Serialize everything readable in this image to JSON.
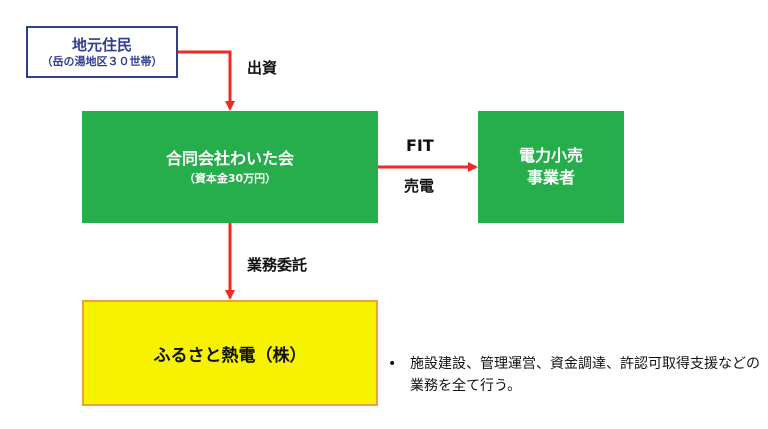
{
  "nodes": {
    "resident": {
      "line1": "地元住民",
      "line2": "（岳の湯地区３０世帯）"
    },
    "waitakai": {
      "line1": "合同会社わいた会",
      "line2": "（資本金30万円）"
    },
    "retailer": {
      "line1": "電力小売",
      "line2": "事業者"
    },
    "furusato": {
      "line1": "ふるさと熱電（株）"
    }
  },
  "edges": {
    "invest": "出資",
    "fit": "FIT",
    "sell": "売電",
    "commission": "業務委託"
  },
  "note": {
    "bullet": "•",
    "text": "施設建設、管理運営、資金調達、許認可取得支援などの業務を全て行う。"
  },
  "colors": {
    "arrow": "#ee2a24",
    "green_box": "#26ad4c",
    "yellow_box": "#f7f200",
    "resident_border": "#2e3f8f"
  }
}
